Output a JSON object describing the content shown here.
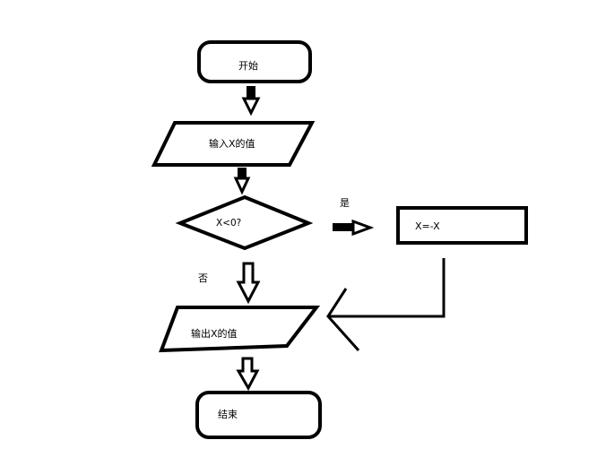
{
  "nodes": {
    "start": "开始",
    "input": "输入X的值",
    "decision": "X<0?",
    "negate": "X=-X",
    "output": "输出X的值",
    "end": "结束"
  },
  "edges": {
    "yes_label": "是",
    "no_label": "否"
  },
  "colors": {
    "stroke": "#000000",
    "background": "#ffffff"
  }
}
